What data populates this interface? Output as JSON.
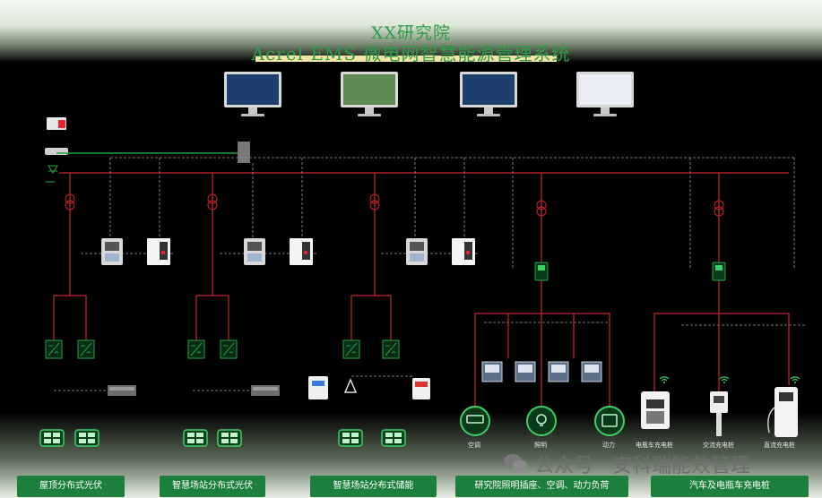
{
  "title": {
    "line1": "XX研究院",
    "line2": "Acrel EMS 微电网智慧能源管理系统"
  },
  "sections": [
    {
      "label": "屋顶分布式光伏"
    },
    {
      "label": "智慧场站分布式光伏"
    },
    {
      "label": "智慧场站分布式储能"
    },
    {
      "label": "研究院照明插座、空调、动力负荷"
    },
    {
      "label": "汽车及电瓶车充电桩"
    }
  ],
  "load_labels": {
    "ac": "空调",
    "lighting": "照明",
    "power": "动力"
  },
  "charger_labels": {
    "ebike": "电瓶车充电桩",
    "ac_charger": "交流充电桩",
    "dc_charger": "直流充电桩"
  },
  "watermark": "公众号 · 安科瑞能效管理",
  "colors": {
    "bus_red": "#c8242b",
    "comm_green": "#27a046",
    "accent_green": "#1c7f3d",
    "title_green": "#2e9d4a"
  }
}
